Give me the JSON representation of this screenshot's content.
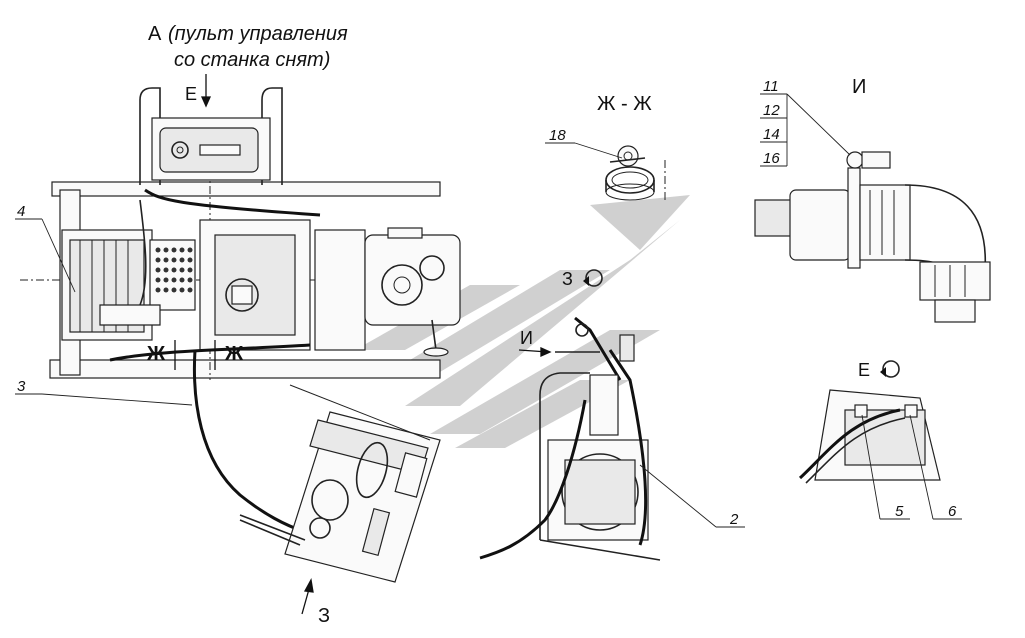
{
  "view_a": {
    "letter": "А",
    "note_line1": "(пульт управления",
    "note_line2": "со станка снят)"
  },
  "view_e_arrow": "Е",
  "section_zh_left": "Ж",
  "section_zh_right": "Ж",
  "section_title": "Ж - Ж",
  "view_z_ref": "З",
  "view_z_arrow": "З",
  "view_i_arrow": "И",
  "view_i_title": "И",
  "view_e_ref": "Е",
  "callouts": {
    "c2": "2",
    "c3": "3",
    "c4": "4",
    "c5": "5",
    "c6": "6",
    "c11": "11",
    "c12": "12",
    "c14": "14",
    "c16": "16",
    "c18": "18"
  },
  "watermark": {
    "color": "#c8c8c8"
  }
}
